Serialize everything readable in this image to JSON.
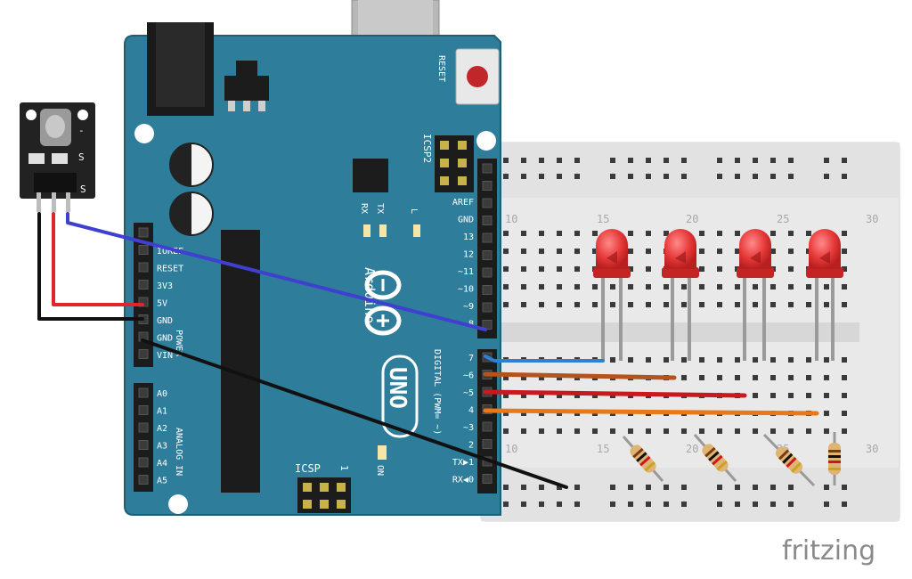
{
  "colors": {
    "board": "#2e7d9a",
    "board_dark": "#21627b",
    "breadboard": "#ececec",
    "led": "#e83a3a",
    "wire_blue": "#3f3fd0",
    "wire_lightblue": "#2f7fd4",
    "wire_red": "#e0262a",
    "wire_darkred": "#c8191e",
    "wire_brown": "#b3541e",
    "wire_orange": "#e87818",
    "wire_black": "#111111"
  },
  "brand": "fritzing",
  "ir_sensor": {
    "pin_label": "S",
    "pin_minus": "-"
  },
  "arduino": {
    "reset_label": "RESET",
    "icsp2_label": "ICSP2",
    "icsp_label": "ICSP",
    "icsp_pin1": "1",
    "tx_label": "TX",
    "rx_label": "RX",
    "l_label": "L",
    "on_label": "ON",
    "logo": "Arduino",
    "model": "UNO",
    "digital_label": "DIGITAL (PWM= ~)",
    "analog_label": "ANALOG IN",
    "power_label": "POWER",
    "power_pins": [
      "IOREF",
      "RESET",
      "3V3",
      "5V",
      "GND",
      "GND",
      "VIN"
    ],
    "analog_pins": [
      "A0",
      "A1",
      "A2",
      "A3",
      "A4",
      "A5"
    ],
    "digital_top": [
      "AREF",
      "GND",
      "13",
      "12",
      "~11",
      "~10",
      "~9",
      "8"
    ],
    "digital_bottom": [
      "7",
      "~6",
      "~5",
      "4",
      "~3",
      "2",
      "TX▶1",
      "RX◀0"
    ]
  },
  "breadboard": {
    "col_numbers_top": [
      "10",
      "15",
      "20",
      "25",
      "30"
    ],
    "col_numbers_bottom": [
      "10",
      "15",
      "20",
      "25",
      "30"
    ]
  }
}
